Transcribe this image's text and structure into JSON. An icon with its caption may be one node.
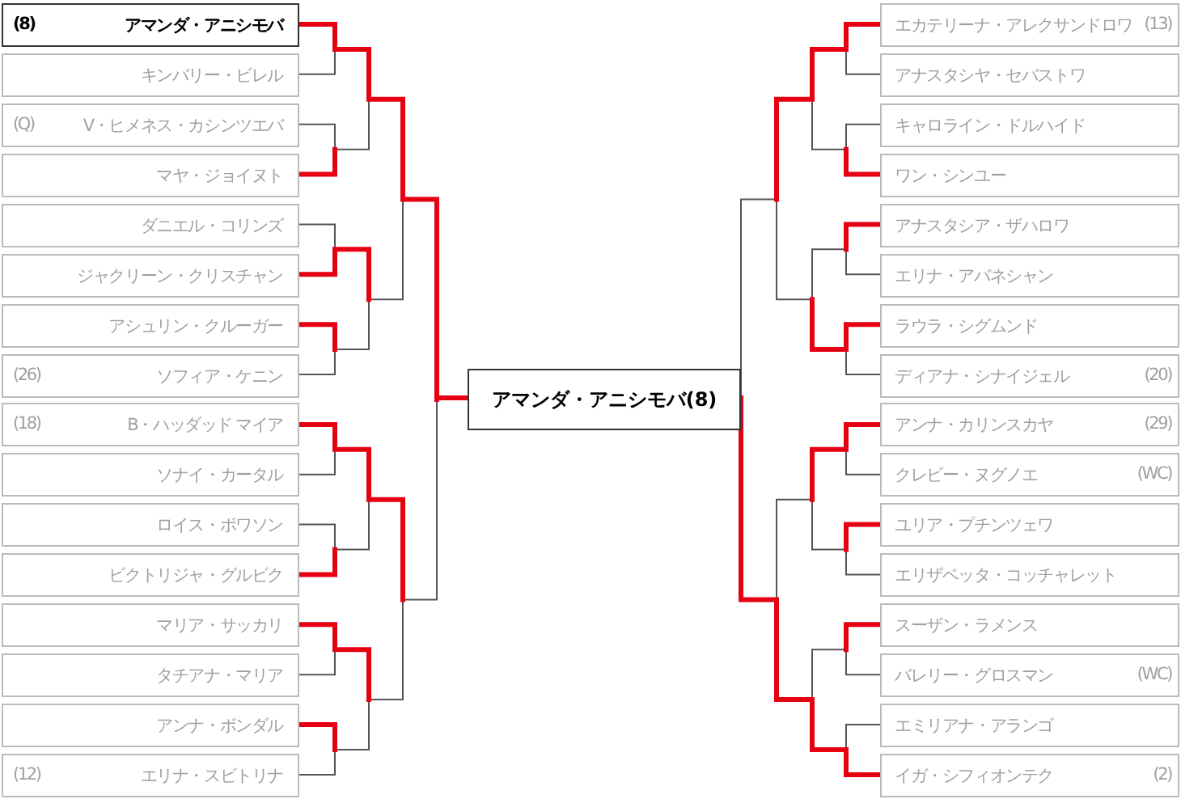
{
  "diagram": {
    "nodes": [
      {
        "text": [
          "(8)",
          "アマンダ・アニシモバ"
        ]
      },
      {
        "text": [
          "キンバリー・ビレル"
        ]
      },
      {
        "text": [
          "(Q)",
          "V・ヒメネス・カシンツエバ"
        ]
      },
      {
        "text": [
          "マヤ・ジョイヌト"
        ]
      },
      {
        "text": [
          "ダニエル・コリンズ"
        ]
      },
      {
        "text": [
          "ジャクリーン・クリスチャン"
        ]
      },
      {
        "text": [
          "アシュリン・クルーガー"
        ]
      },
      {
        "text": [
          "(26)",
          "ソフィア・ケニン"
        ]
      },
      {
        "text": [
          "(18)",
          "B・ハッダッド マイア"
        ]
      },
      {
        "text": [
          "ソナイ・カータル"
        ]
      },
      {
        "text": [
          "ロイス・ボワソン"
        ]
      },
      {
        "text": [
          "ビクトリジャ・グルビク"
        ]
      },
      {
        "text": [
          "マリア・サッカリ"
        ]
      },
      {
        "text": [
          "タチアナ・マリア"
        ]
      },
      {
        "text": [
          "アンナ・ボンダル"
        ]
      },
      {
        "text": [
          "(12)",
          "エリナ・スビトリナ"
        ]
      },
      {
        "text": [
          "アマンダ・アニシモバ(8)"
        ]
      },
      {
        "text": [
          "エカテリーナ・アレクサンドロワ",
          "(13)"
        ]
      },
      {
        "text": [
          "アナスタシヤ・セバストワ"
        ]
      },
      {
        "text": [
          "キャロライン・ドルハイド"
        ]
      },
      {
        "text": [
          "ワン・シンユー"
        ]
      },
      {
        "text": [
          "アナスタシア・ザハロワ"
        ]
      },
      {
        "text": [
          "エリナ・アバネシャン"
        ]
      },
      {
        "text": [
          "ラウラ・シグムンド"
        ]
      },
      {
        "text": [
          "ディアナ・シナイジェル",
          "(20)"
        ]
      },
      {
        "text": [
          "アンナ・カリンスカヤ",
          "(29)"
        ]
      },
      {
        "text": [
          "クレビー・ヌグノエ",
          "(WC)"
        ]
      },
      {
        "text": [
          "ユリア・プチンツェワ"
        ]
      },
      {
        "text": [
          "エリザベッタ・コッチャレット"
        ]
      },
      {
        "text": [
          "スーザン・ラメンス"
        ]
      },
      {
        "text": [
          "バレリー・グロスマン",
          "(WC)"
        ]
      },
      {
        "text": [
          "エミリアナ・アランゴ"
        ]
      },
      {
        "text": [
          "イガ・シフィオンテク",
          "(2)"
        ]
      }
    ]
  }
}
